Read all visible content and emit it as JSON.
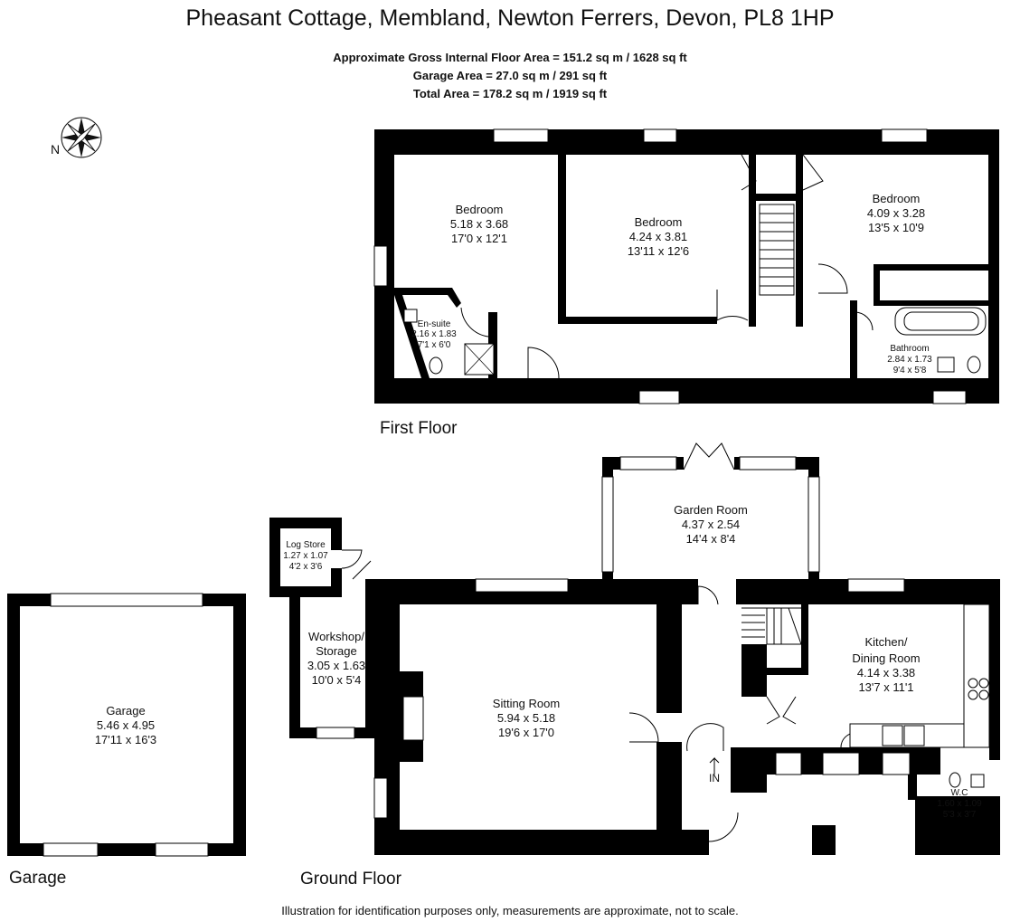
{
  "header": {
    "title": "Pheasant Cottage, Membland, Newton Ferrers, Devon, PL8 1HP",
    "area_lines": [
      "Approximate Gross Internal Floor Area  = 151.2 sq m / 1628 sq ft",
      "Garage Area = 27.0 sq m / 291 sq ft",
      "Total Area = 178.2 sq m / 1919 sq ft"
    ]
  },
  "compass": {
    "label": "N",
    "icon": "compass-rose-icon"
  },
  "floors": {
    "first_floor": "First Floor",
    "ground_floor": "Ground Floor",
    "garage": "Garage"
  },
  "rooms": {
    "bedroom1": {
      "name": "Bedroom",
      "metric": "5.18 x 3.68",
      "imperial": "17'0 x 12'1"
    },
    "bedroom2": {
      "name": "Bedroom",
      "metric": "4.24 x 3.81",
      "imperial": "13'11 x 12'6"
    },
    "bedroom3": {
      "name": "Bedroom",
      "metric": "4.09 x 3.28",
      "imperial": "13'5 x 10'9"
    },
    "ensuite": {
      "name": "En-suite",
      "metric": "2.16 x 1.83",
      "imperial": "7'1 x 6'0"
    },
    "bathroom": {
      "name": "Bathroom",
      "metric": "2.84 x 1.73",
      "imperial": "9'4 x 5'8"
    },
    "garden_room": {
      "name": "Garden Room",
      "metric": "4.37 x 2.54",
      "imperial": "14'4 x 8'4"
    },
    "log_store": {
      "name": "Log Store",
      "metric": "1.27 x 1.07",
      "imperial": "4'2 x 3'6"
    },
    "workshop": {
      "name1": "Workshop/",
      "name2": "Storage",
      "metric": "3.05 x 1.63",
      "imperial": "10'0 x 5'4"
    },
    "sitting_room": {
      "name": "Sitting Room",
      "metric": "5.94 x 5.18",
      "imperial": "19'6 x 17'0"
    },
    "kitchen": {
      "name1": "Kitchen/",
      "name2": "Dining Room",
      "metric": "4.14 x 3.38",
      "imperial": "13'7 x 11'1"
    },
    "wc": {
      "name": "W.C",
      "metric": "1.60 x 1.09",
      "imperial": "5'3 x 3'7"
    },
    "garage": {
      "name": "Garage",
      "metric": "5.46 x 4.95",
      "imperial": "17'11 x 16'3"
    }
  },
  "entrance_label": "IN",
  "colors": {
    "wall": "#000000",
    "window": "#ffffff",
    "background": "#ffffff"
  },
  "disclaimer": "Illustration for identification purposes only, measurements are approximate, not to scale."
}
